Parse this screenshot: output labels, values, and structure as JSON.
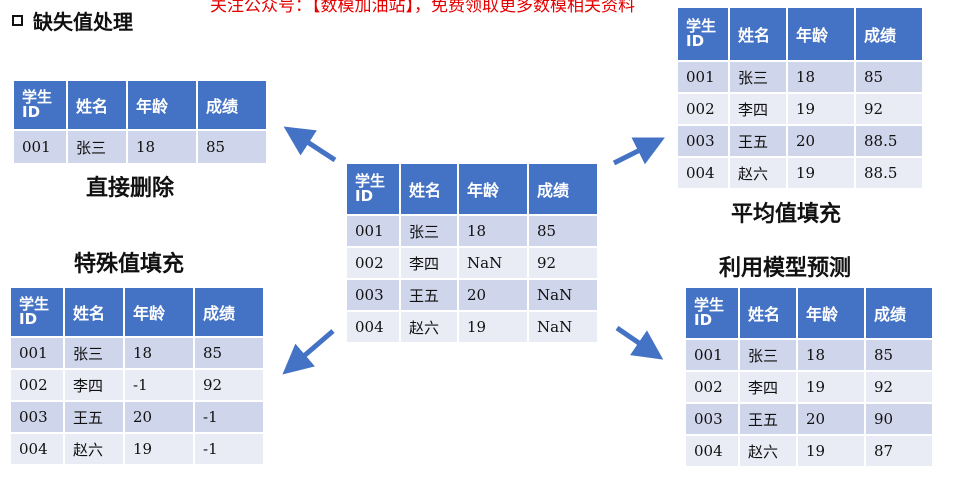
{
  "title": "缺失值处理",
  "notice": "关注公众号：【数模加油站】，免费领取更多数模相关资料",
  "headers": [
    "学生 ID",
    "姓名",
    "年龄",
    "成绩"
  ],
  "labels": {
    "delete": "直接删除",
    "special": "特殊值填充",
    "mean": "平均值填充",
    "model": "利用模型预测"
  },
  "colors": {
    "header": "#4472c4",
    "row_dark": "#cfd5ea",
    "row_light": "#e9ebf5",
    "arrow": "#4472c4"
  },
  "tables": {
    "original": [
      [
        "001",
        "张三",
        "18",
        "85"
      ],
      [
        "002",
        "李四",
        "NaN",
        "92"
      ],
      [
        "003",
        "王五",
        "20",
        "NaN"
      ],
      [
        "004",
        "赵六",
        "19",
        "NaN"
      ]
    ],
    "delete": [
      [
        "001",
        "张三",
        "18",
        "85"
      ]
    ],
    "special": [
      [
        "001",
        "张三",
        "18",
        "85"
      ],
      [
        "002",
        "李四",
        "-1",
        "92"
      ],
      [
        "003",
        "王五",
        "20",
        "-1"
      ],
      [
        "004",
        "赵六",
        "19",
        "-1"
      ]
    ],
    "mean": [
      [
        "001",
        "张三",
        "18",
        "85"
      ],
      [
        "002",
        "李四",
        "19",
        "92"
      ],
      [
        "003",
        "王五",
        "20",
        "88.5"
      ],
      [
        "004",
        "赵六",
        "19",
        "88.5"
      ]
    ],
    "model": [
      [
        "001",
        "张三",
        "18",
        "85"
      ],
      [
        "002",
        "李四",
        "19",
        "92"
      ],
      [
        "003",
        "王五",
        "20",
        "90"
      ],
      [
        "004",
        "赵六",
        "19",
        "87"
      ]
    ]
  }
}
